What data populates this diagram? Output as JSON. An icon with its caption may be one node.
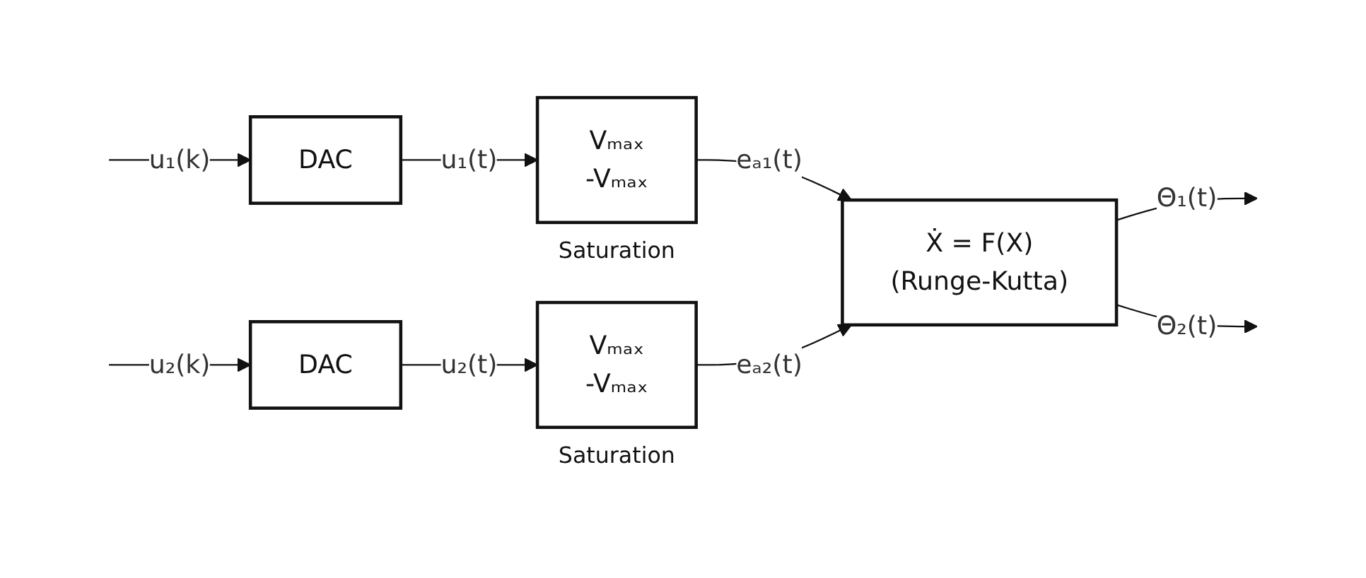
{
  "diagram": {
    "nodes": [
      {
        "text": [
          "DAC"
        ]
      },
      {
        "text": [
          "Vₘₐₓ",
          "-Vₘₐₓ"
        ],
        "beside": [
          "Saturation"
        ]
      },
      {
        "text": [
          "DAC"
        ]
      },
      {
        "text": [
          "Vₘₐₓ",
          "-Vₘₐₓ"
        ],
        "beside": [
          "Saturation"
        ]
      },
      {
        "text": [
          "Ẋ = F(X)",
          "(Runge-Kutta)"
        ]
      }
    ],
    "edges": [
      {
        "from": null,
        "to": 0,
        "arrow": "to",
        "label": "u₁(k)"
      },
      {
        "from": 0,
        "to": 1,
        "arrow": "to",
        "label": "u₁(t)"
      },
      {
        "from": 1,
        "to": 4,
        "arrow": "to",
        "label": "eₐ₁(t)"
      },
      {
        "from": 4,
        "to": null,
        "arrow": "to",
        "label": "Θ₁(t)"
      },
      {
        "from": null,
        "to": 2,
        "arrow": "to",
        "label": "u₂(k)"
      },
      {
        "from": 2,
        "to": 3,
        "arrow": "to",
        "label": "u₂(t)"
      },
      {
        "from": 3,
        "to": 4,
        "arrow": "to",
        "label": "eₐ₂(t)"
      },
      {
        "from": 4,
        "to": null,
        "arrow": "to",
        "label": "Θ₂(t)"
      }
    ]
  }
}
